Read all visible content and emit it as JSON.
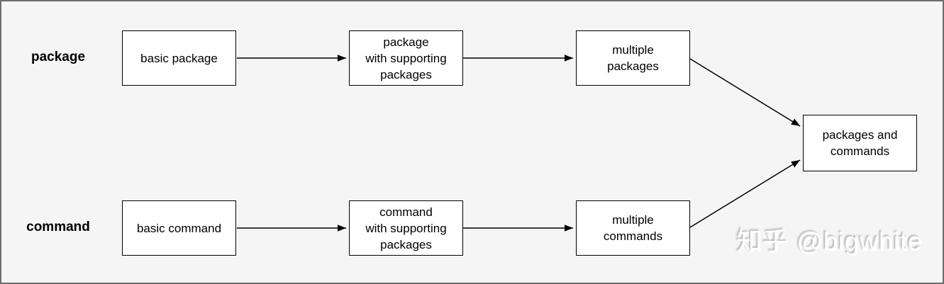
{
  "colors": {
    "background": "#f5f5f5",
    "frame_border": "#6e6e6e",
    "node_fill": "#ffffff",
    "node_border": "#000000",
    "arrow": "#000000",
    "watermark_text": "#ffffff",
    "watermark_shadow": "#b5b5b5"
  },
  "rows": {
    "package": {
      "label": "package"
    },
    "command": {
      "label": "command"
    }
  },
  "nodes": {
    "basic_package": {
      "label": "basic package"
    },
    "package_with_supporting": {
      "label": "package\nwith supporting\npackages"
    },
    "multiple_packages": {
      "label": "multiple\npackages"
    },
    "basic_command": {
      "label": "basic command"
    },
    "command_with_supporting": {
      "label": "command\nwith supporting\npackages"
    },
    "multiple_commands": {
      "label": "multiple\ncommands"
    },
    "packages_and_commands": {
      "label": "packages and\ncommands"
    }
  },
  "edges": [
    {
      "from": "basic package",
      "to": "package with supporting packages"
    },
    {
      "from": "package with supporting packages",
      "to": "multiple packages"
    },
    {
      "from": "multiple packages",
      "to": "packages and commands"
    },
    {
      "from": "basic command",
      "to": "command with supporting packages"
    },
    {
      "from": "command with supporting packages",
      "to": "multiple commands"
    },
    {
      "from": "multiple commands",
      "to": "packages and commands"
    }
  ],
  "watermark": {
    "text": "知乎 @bigwhite"
  }
}
